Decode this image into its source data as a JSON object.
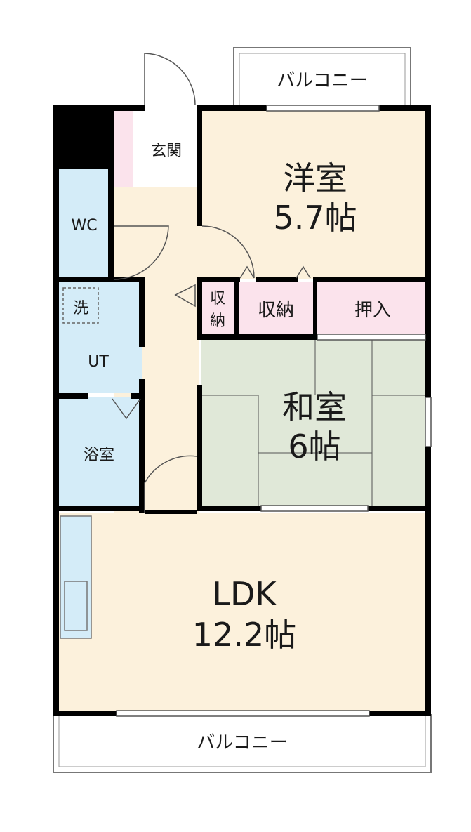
{
  "colors": {
    "wall": "#000000",
    "western_room": "#fcf1dc",
    "ldk": "#fcf1dc",
    "corridor": "#fcf1dc",
    "japanese_room": "#e0e8d8",
    "wet_area": "#d4ecf8",
    "storage": "#fbe3ec",
    "entrance": "#ffffff"
  },
  "rooms": {
    "balcony_top": "バルコニー",
    "entrance": "玄関",
    "western_room_name": "洋室",
    "western_room_size": "5.7帖",
    "wc": "WC",
    "washer": "洗",
    "ut": "UT",
    "storage_small_1": "収",
    "storage_small_2": "納",
    "storage": "収納",
    "oshiire": "押入",
    "japanese_room_name": "和室",
    "japanese_room_size": "6帖",
    "bath": "浴室",
    "ldk_name": "LDK",
    "ldk_size": "12.2帖",
    "balcony_bottom": "バルコニー"
  }
}
